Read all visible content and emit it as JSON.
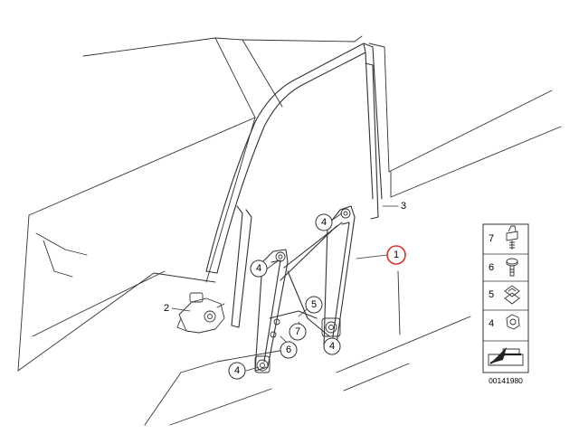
{
  "callouts": [
    {
      "id": "c4a",
      "label": "4",
      "circled": true
    },
    {
      "id": "c4b",
      "label": "4",
      "circled": true
    },
    {
      "id": "c4c",
      "label": "4",
      "circled": true
    },
    {
      "id": "c4d",
      "label": "4",
      "circled": true
    },
    {
      "id": "c5",
      "label": "5",
      "circled": true
    },
    {
      "id": "c7",
      "label": "7",
      "circled": true
    },
    {
      "id": "c6",
      "label": "6",
      "circled": true
    },
    {
      "id": "c3",
      "label": "3",
      "circled": false
    },
    {
      "id": "c2",
      "label": "2",
      "circled": false
    },
    {
      "id": "c1",
      "label": "1",
      "circled": true,
      "highlight": "#d9302b"
    }
  ],
  "legend": {
    "items": [
      {
        "label": "7",
        "icon": "screw-long-icon"
      },
      {
        "label": "6",
        "icon": "screw-short-icon"
      },
      {
        "label": "5",
        "icon": "clip-icon"
      },
      {
        "label": "4",
        "icon": "nut-icon"
      }
    ],
    "arrow_icon": "arrow-icon"
  },
  "part_number": "00141980"
}
